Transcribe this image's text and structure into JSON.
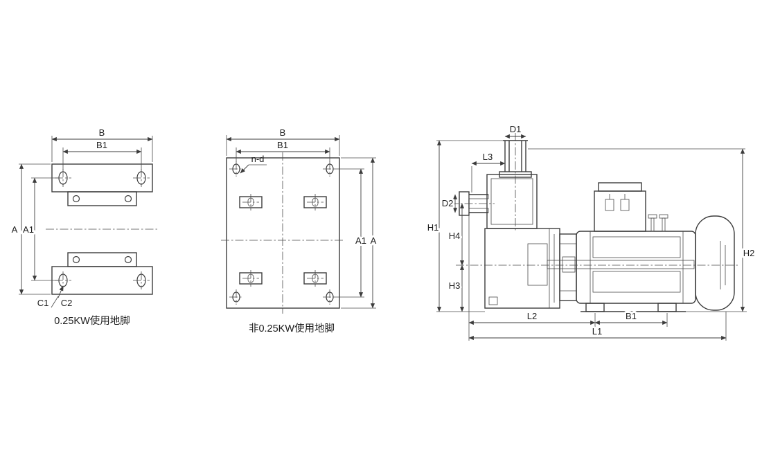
{
  "drawing": {
    "background": "#ffffff",
    "line_color": "#3c3c3c"
  },
  "foot_view": {
    "caption": "0.25KW使用地脚",
    "dim_b": "B",
    "dim_b1": "B1",
    "dim_a": "A",
    "dim_a1": "A1",
    "dim_c1": "C1",
    "dim_c2": "C2"
  },
  "plate_view": {
    "caption": "非0.25KW使用地脚",
    "dim_b": "B",
    "dim_b1": "B1",
    "dim_nd": "n-d",
    "dim_a1": "A1",
    "dim_a": "A"
  },
  "pump_view": {
    "dim_d1": "D1",
    "dim_l3": "L3",
    "dim_d2": "D2",
    "dim_h1": "H1",
    "dim_h4": "H4",
    "dim_h3": "H3",
    "dim_h2": "H2",
    "dim_l2": "L2",
    "dim_b1": "B1",
    "dim_l1": "L1"
  }
}
